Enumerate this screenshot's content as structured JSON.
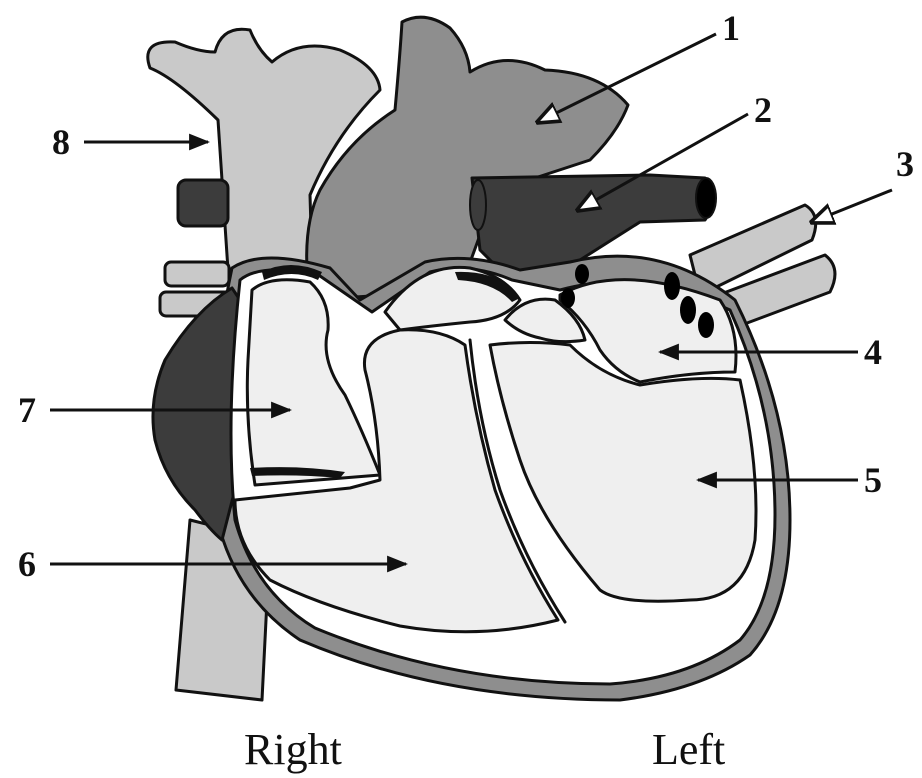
{
  "labels": {
    "n1": "1",
    "n2": "2",
    "n3": "3",
    "n4": "4",
    "n5": "5",
    "n6": "6",
    "n7": "7",
    "n8": "8"
  },
  "sides": {
    "right": "Right",
    "left": "Left"
  },
  "colors": {
    "light_gray": "#c9c9c9",
    "mid_gray": "#8e8e8e",
    "dark_gray": "#3c3c3c",
    "chamber_fill": "#efefef",
    "outline": "#111111",
    "background": "#ffffff"
  }
}
